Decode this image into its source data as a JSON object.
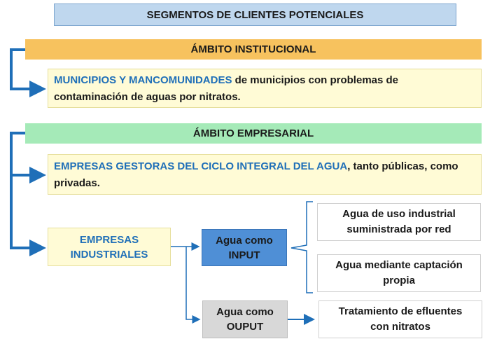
{
  "title": "SEGMENTOS DE CLIENTES POTENCIALES",
  "institutional": {
    "header": "ÁMBITO INSTITUCIONAL",
    "highlight": "MUNICIPIOS Y MANCOMUNIDADES",
    "text": " de municipios con problemas de contaminación de aguas por nitratos."
  },
  "business": {
    "header": "ÁMBITO EMPRESARIAL",
    "highlight": "EMPRESAS GESTORAS DEL CICLO INTEGRAL DEL AGUA",
    "text": ", tanto públicas, como privadas."
  },
  "industrial": {
    "label_line1": "EMPRESAS",
    "label_line2": "INDUSTRIALES",
    "input_line1": "Agua como",
    "input_line2": "INPUT",
    "output_line1": "Agua como",
    "output_line2": "OUPUT",
    "input_options": [
      {
        "line1": "Agua de uso industrial",
        "line2": "suministrada por red"
      },
      {
        "line1": "Agua mediante captación",
        "line2": "propia"
      }
    ],
    "output_option": {
      "line1": "Tratamiento de efluentes",
      "line2": "con nitratos"
    }
  },
  "colors": {
    "title_bg": "#bfd7ee",
    "institutional_header": "#f7c25e",
    "business_header": "#a5eab8",
    "highlight_text": "#1f6fb8",
    "connector": "#1f6fb8",
    "input_box": "#4f8fd6",
    "output_box": "#d8d8d8",
    "content_box": "#fffbd6"
  }
}
